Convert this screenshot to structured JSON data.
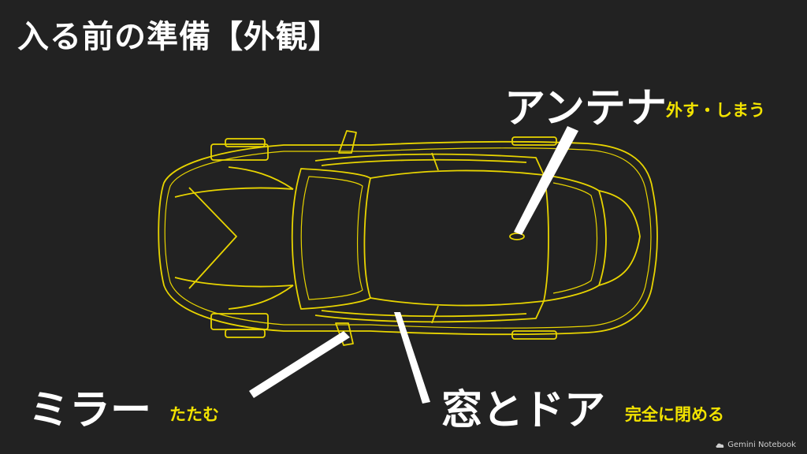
{
  "title": "入る前の準備【外観】",
  "colors": {
    "background": "#222222",
    "accent": "#f2e300",
    "text": "#ffffff",
    "outline": "#e8d400"
  },
  "callouts": {
    "antenna": {
      "label": "アンテナ",
      "action": "外す・しまう"
    },
    "mirror": {
      "label": "ミラー",
      "action": "たたむ"
    },
    "window_door": {
      "label": "窓とドア",
      "action": "完全に閉める"
    }
  },
  "watermark": {
    "text": "Gemini Notebook",
    "icon": "cloud-logo-icon"
  }
}
